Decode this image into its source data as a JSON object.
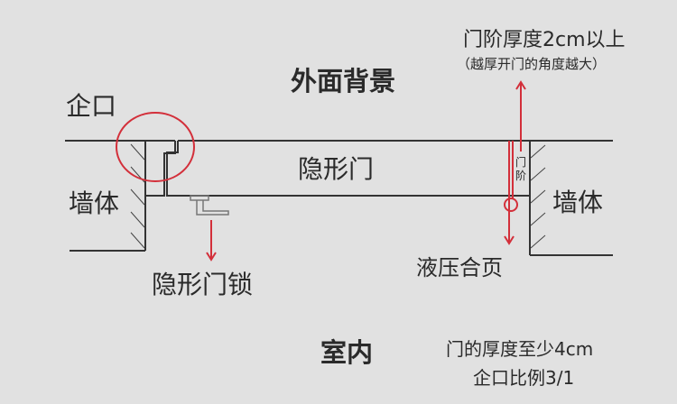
{
  "labels": {
    "outside": "外面背景",
    "rebate": "企口",
    "wall_left": "墙体",
    "wall_right": "墙体",
    "door": "隐形门",
    "lock": "隐形门锁",
    "hinge": "液压合页",
    "step": "门阶",
    "step_thickness": "门阶厚度2cm以上",
    "step_note": "（越厚开门的角度越大）",
    "inside": "室内",
    "door_thickness": "门的厚度至少4cm",
    "rebate_ratio": "企口比例3/1"
  },
  "colors": {
    "line": "#333333",
    "accent": "#d32f3a",
    "background": "#e1e1e1"
  }
}
